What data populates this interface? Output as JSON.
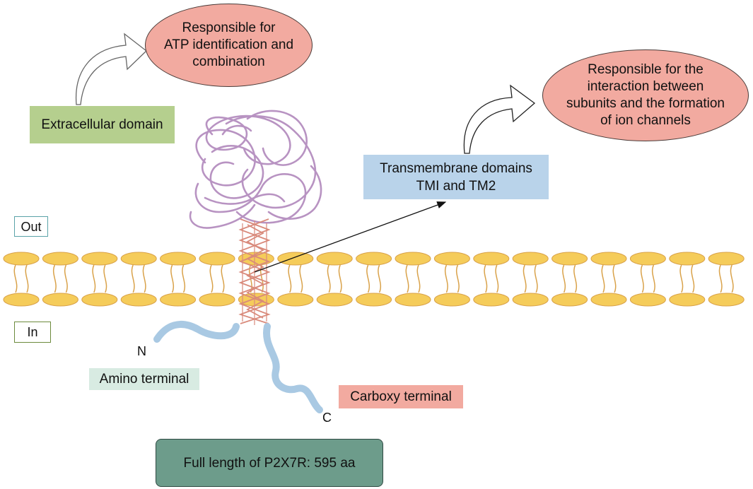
{
  "callouts": {
    "atp": "Responsible for\nATP identification and\ncombination",
    "interaction": "Responsible for the\ninteraction between\nsubunits and the formation\nof ion channels"
  },
  "boxes": {
    "extracellular": "Extracellular domain",
    "transmembrane": "Transmembrane domains\nTMI and TM2",
    "amino": "Amino terminal",
    "carboxy": "Carboxy terminal",
    "full_length": "Full length of P2X7R: 595 aa"
  },
  "sides": {
    "out": "Out",
    "in": "In"
  },
  "termini": {
    "n": "N",
    "c": "C"
  },
  "colors": {
    "callout_fill": "#f2aaa0",
    "extracellular_fill": "#b5cf8e",
    "transmembrane_fill": "#b9d3ea",
    "amino_fill": "#d8ebe2",
    "carboxy_fill": "#f2aaa0",
    "full_length_fill": "#6d9c8b",
    "lipid_head": "#f5cc5a",
    "lipid_tail": "#d9a24a",
    "globular_strand": "#b893c2",
    "helix_strand": "#d98a7b",
    "terminal_tail": "#a9c9e3"
  }
}
